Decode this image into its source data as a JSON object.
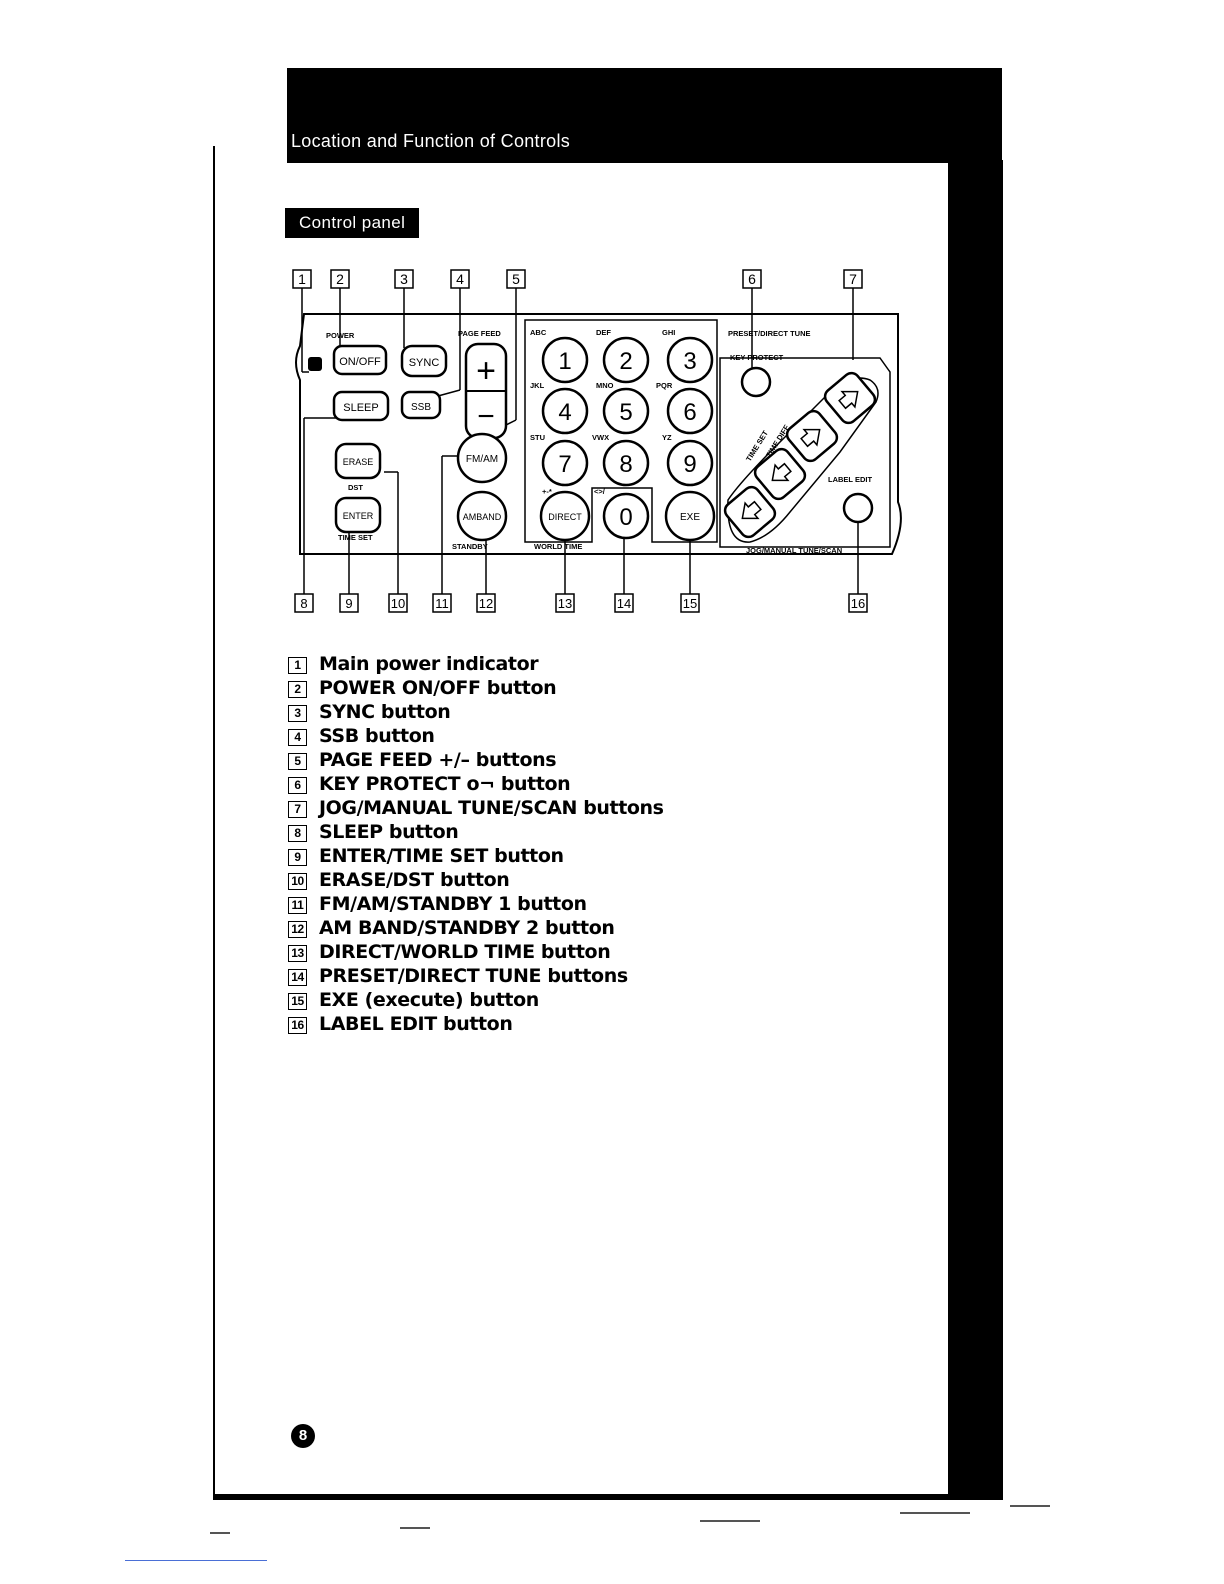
{
  "header": {
    "section_title": "Location and Function of Controls",
    "subsection": "Control panel"
  },
  "diagram": {
    "callouts_top": [
      "1",
      "2",
      "3",
      "4",
      "5",
      "6",
      "7"
    ],
    "callouts_bottom": [
      "8",
      "9",
      "10",
      "11",
      "12",
      "13",
      "14",
      "15",
      "16"
    ],
    "panel_labels": {
      "power": "POWER",
      "page_feed": "PAGE FEED",
      "preset_direct_tune": "PRESET/DIRECT TUNE",
      "key_protect": "KEY PROTECT",
      "dst": "DST",
      "time_set": "TIME SET",
      "standby": "STANDBY",
      "world_time": "WORLD TIME",
      "jog_manual_tune_scan": "JOG/MANUAL TUNE/SCAN",
      "label_edit": "LABEL EDIT",
      "time_set_arc": "TIME SET",
      "time_diff_arc": "TIME DIFF"
    },
    "buttons": {
      "on_off": "ON/OFF",
      "sync": "SYNC",
      "sleep": "SLEEP",
      "ssb": "SSB",
      "plus": "+",
      "minus": "−",
      "erase": "ERASE",
      "enter": "ENTER",
      "fm_am": "FM/AM",
      "amband": "AMBAND",
      "direct": "DIRECT",
      "exe": "EXE",
      "keys": [
        "1",
        "2",
        "3",
        "4",
        "5",
        "6",
        "7",
        "8",
        "9",
        "0"
      ]
    },
    "key_letters": [
      "ABC",
      "DEF",
      "GHI",
      "JKL",
      "MNO",
      "PQR",
      "STU",
      "VWX",
      "YZ",
      "+-*",
      "<>/"
    ]
  },
  "legend": [
    {
      "num": "1",
      "label": "Main power indicator"
    },
    {
      "num": "2",
      "label": "POWER ON/OFF button"
    },
    {
      "num": "3",
      "label": "SYNC button"
    },
    {
      "num": "4",
      "label": "SSB button"
    },
    {
      "num": "5",
      "label": "PAGE FEED +/– buttons"
    },
    {
      "num": "6",
      "label": "KEY PROTECT o¬ button"
    },
    {
      "num": "7",
      "label": "JOG/MANUAL TUNE/SCAN buttons"
    },
    {
      "num": "8",
      "label": "SLEEP button"
    },
    {
      "num": "9",
      "label": "ENTER/TIME SET button"
    },
    {
      "num": "10",
      "label": "ERASE/DST button"
    },
    {
      "num": "11",
      "label": "FM/AM/STANDBY 1 button"
    },
    {
      "num": "12",
      "label": "AM BAND/STANDBY 2 button"
    },
    {
      "num": "13",
      "label": "DIRECT/WORLD TIME button"
    },
    {
      "num": "14",
      "label": "PRESET/DIRECT TUNE buttons"
    },
    {
      "num": "15",
      "label": "EXE (execute) button"
    },
    {
      "num": "16",
      "label": "LABEL EDIT button"
    }
  ],
  "page_number": "8"
}
